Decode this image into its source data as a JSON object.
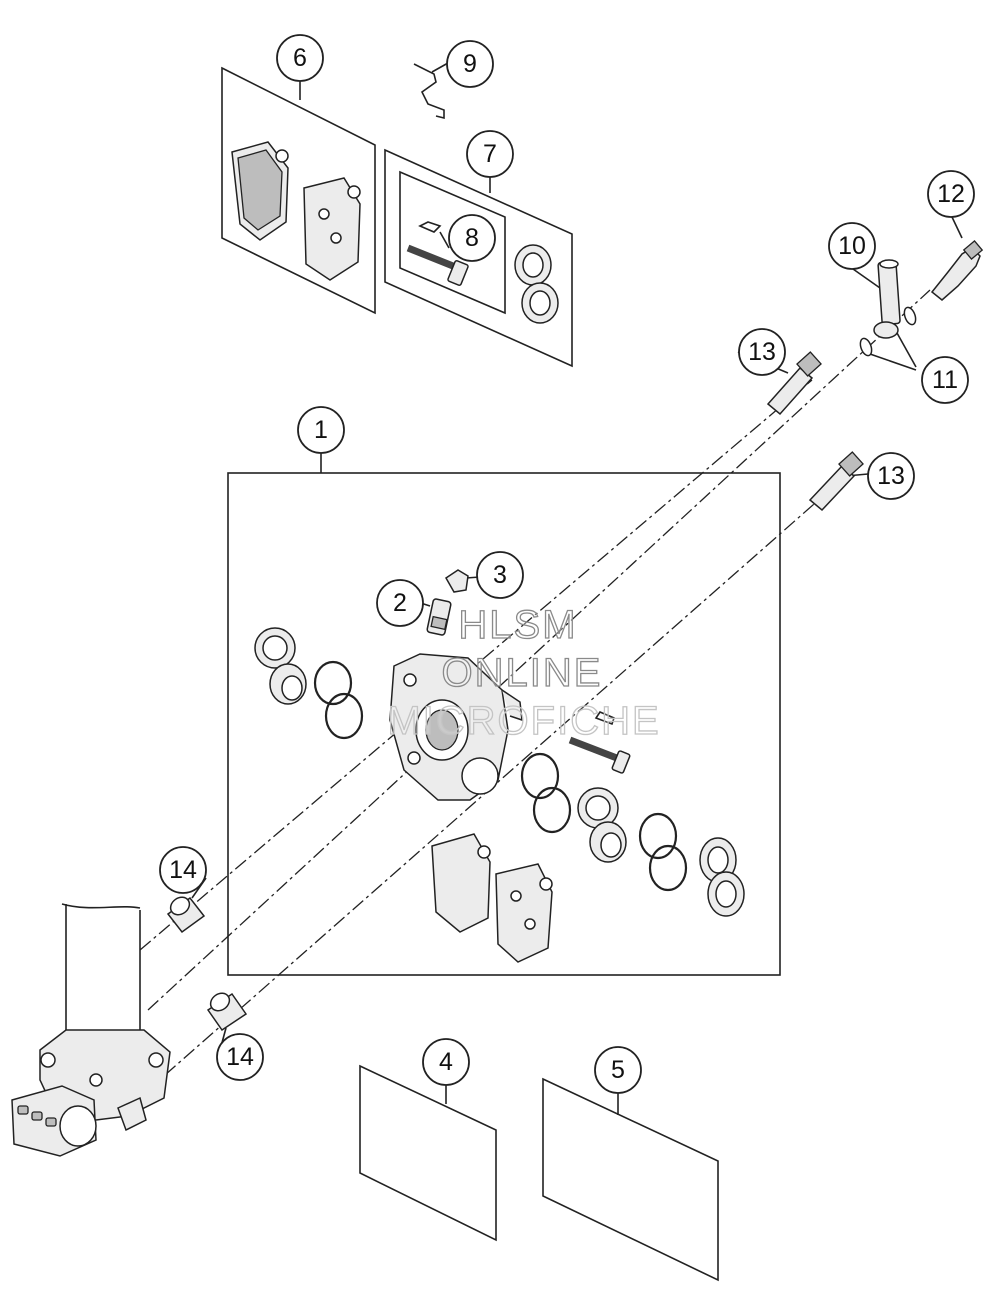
{
  "callouts": [
    {
      "id": "c1",
      "label": "1"
    },
    {
      "id": "c2",
      "label": "2"
    },
    {
      "id": "c3",
      "label": "3"
    },
    {
      "id": "c4",
      "label": "4"
    },
    {
      "id": "c5",
      "label": "5"
    },
    {
      "id": "c6",
      "label": "6"
    },
    {
      "id": "c7",
      "label": "7"
    },
    {
      "id": "c8",
      "label": "8"
    },
    {
      "id": "c9",
      "label": "9"
    },
    {
      "id": "c10",
      "label": "10"
    },
    {
      "id": "c11",
      "label": "11"
    },
    {
      "id": "c12",
      "label": "12"
    },
    {
      "id": "c13a",
      "label": "13"
    },
    {
      "id": "c13b",
      "label": "13"
    },
    {
      "id": "c14a",
      "label": "14"
    },
    {
      "id": "c14b",
      "label": "14"
    }
  ],
  "watermark": {
    "line1": "HLSM",
    "line2": "ONLINE",
    "line3": "MICROFICHE"
  }
}
